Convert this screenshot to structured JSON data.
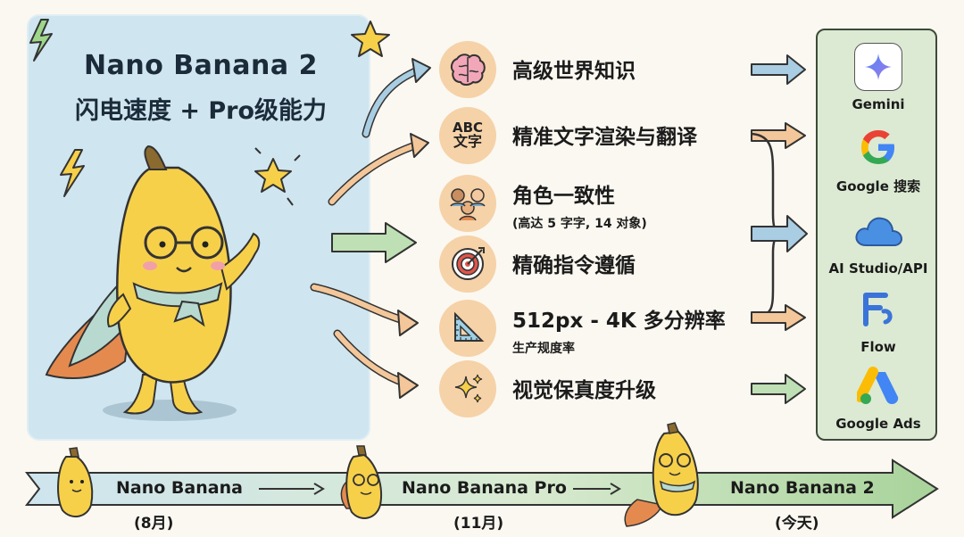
{
  "hero": {
    "title": "Nano Banana 2",
    "subtitle": "闪电速度 + Pro级能力"
  },
  "features": [
    {
      "label": "高级世界知识",
      "sub": "",
      "icon": "brain-icon"
    },
    {
      "label": "精准文字渲染与翻译",
      "sub": "",
      "icon": "abc-text-icon",
      "icon_text_1": "ABC",
      "icon_text_2": "文字"
    },
    {
      "label": "角色一致性",
      "sub": "(高达 5 字字, 14 对象)",
      "icon": "people-icon"
    },
    {
      "label": "精确指令遵循",
      "sub": "",
      "icon": "target-icon"
    },
    {
      "label": "512px - 4K 多分辨率",
      "sub": "生产规度率",
      "icon": "ruler-triangle-icon"
    },
    {
      "label": "视觉保真度升级",
      "sub": "",
      "icon": "sparkle-icon"
    }
  ],
  "products": [
    {
      "name": "Gemini",
      "icon": "gemini-icon"
    },
    {
      "name": "Google 搜索",
      "icon": "google-icon"
    },
    {
      "name": "AI Studio/API",
      "icon": "cloud-icon"
    },
    {
      "name": "Flow",
      "icon": "flow-icon"
    },
    {
      "name": "Google Ads",
      "icon": "google-ads-icon"
    }
  ],
  "timeline": [
    {
      "name": "Nano Banana",
      "date": "(8月)"
    },
    {
      "name": "Nano Banana Pro",
      "date": "(11月)"
    },
    {
      "name": "Nano Banana 2",
      "date": "(今天)"
    }
  ],
  "colors": {
    "hero_bg": "#cfe5ef",
    "feature_circle": "#f6d2a8",
    "product_panel": "#dcead3",
    "arrow_blue": "#a9cde2",
    "arrow_orange": "#f3c79a",
    "arrow_green": "#bfe0b5",
    "banana": "#f7d04a"
  }
}
